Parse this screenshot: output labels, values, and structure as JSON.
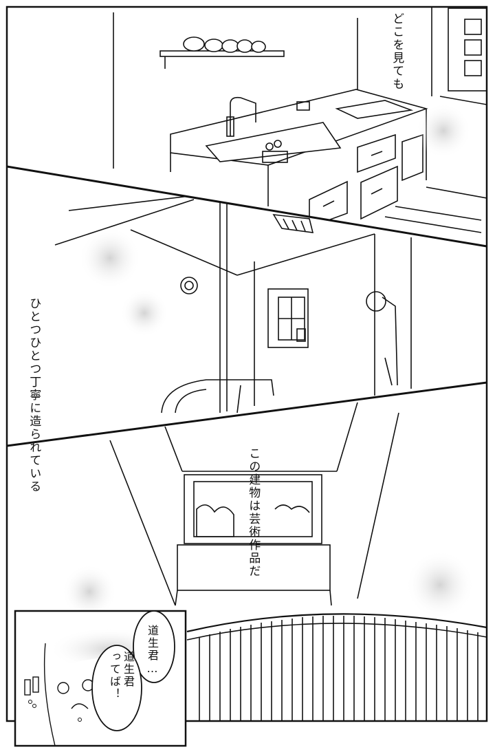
{
  "narration": {
    "line1": "どこを見ても",
    "line2": "ひとつひとつ丁寧に造られている",
    "line3": "この建物は芸術作品だ"
  },
  "dialogue": {
    "bubble1": "道生君…",
    "bubble2_col1": "道生君",
    "bubble2_col2": "ってば！"
  },
  "colors": {
    "ink": "#111111",
    "paper": "#ffffff",
    "tone": "#d9d9d9"
  }
}
